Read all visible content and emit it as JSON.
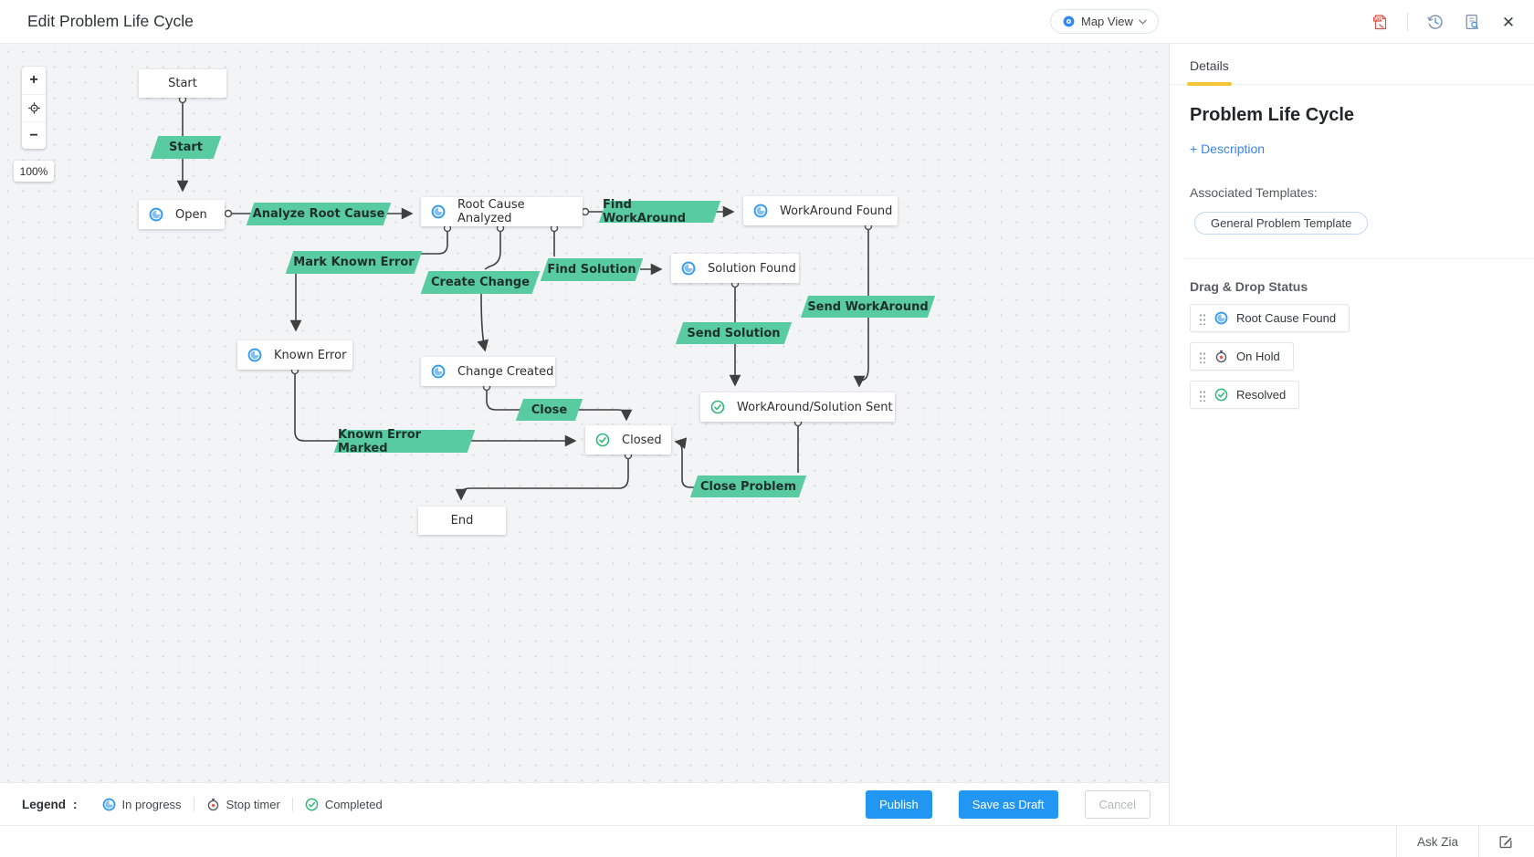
{
  "header": {
    "title": "Edit Problem Life Cycle",
    "view_selector": {
      "label": "Map View",
      "icon": "map-view-eye"
    }
  },
  "canvas": {
    "zoom": {
      "in_label": "+",
      "out_label": "−",
      "level": "100%"
    },
    "nodes": [
      {
        "label": "Start",
        "status": "none"
      },
      {
        "label": "Open",
        "status": "in-progress"
      },
      {
        "label": "Root Cause Analyzed",
        "status": "in-progress"
      },
      {
        "label": "WorkAround Found",
        "status": "in-progress"
      },
      {
        "label": "Solution Found",
        "status": "in-progress"
      },
      {
        "label": "Known Error",
        "status": "in-progress"
      },
      {
        "label": "Change Created",
        "status": "in-progress"
      },
      {
        "label": "Closed",
        "status": "completed"
      },
      {
        "label": "WorkAround/Solution Sent",
        "status": "completed"
      },
      {
        "label": "End",
        "status": "none"
      }
    ],
    "transitions": [
      {
        "label": "Start"
      },
      {
        "label": "Analyze Root Cause"
      },
      {
        "label": "Find WorkAround"
      },
      {
        "label": "Mark Known Error"
      },
      {
        "label": "Create Change"
      },
      {
        "label": "Find Solution"
      },
      {
        "label": "Send WorkAround"
      },
      {
        "label": "Send Solution"
      },
      {
        "label": "Close"
      },
      {
        "label": "Known Error Marked"
      },
      {
        "label": "Close Problem"
      }
    ]
  },
  "sidebar": {
    "tab": "Details",
    "title": "Problem Life Cycle",
    "description_link": "+ Description",
    "associated_templates_label": "Associated Templates:",
    "templates": [
      "General Problem Template"
    ],
    "drag_drop_label": "Drag & Drop Status",
    "statuses": [
      {
        "label": "Root Cause Found",
        "icon": "in-progress"
      },
      {
        "label": "On Hold",
        "icon": "stop-timer"
      },
      {
        "label": "Resolved",
        "icon": "completed"
      }
    ]
  },
  "legend": {
    "label": "Legend",
    "separator": ":",
    "items": [
      {
        "label": "In progress",
        "icon": "in-progress"
      },
      {
        "label": "Stop timer",
        "icon": "stop-timer"
      },
      {
        "label": "Completed",
        "icon": "completed"
      }
    ]
  },
  "actions": {
    "publish": "Publish",
    "save_as_draft": "Save as Draft",
    "cancel": "Cancel"
  },
  "footer": {
    "ask_zia": "Ask Zia"
  },
  "colors": {
    "transition_green": "#58cba1",
    "primary_blue": "#2196f3",
    "tab_yellow": "#f5c53a",
    "in_progress_blue": "#369cf0",
    "completed_green": "#2eb878",
    "stop_timer_red": "#f2564d"
  }
}
